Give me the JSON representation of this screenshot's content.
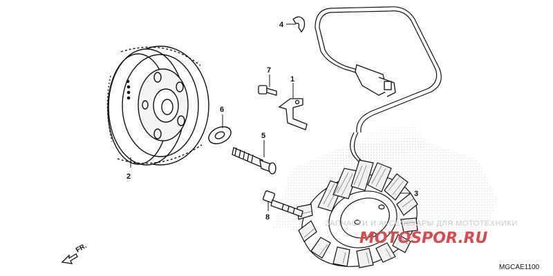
{
  "diagram": {
    "callouts": {
      "c1": "1",
      "c2": "2",
      "c3": "3",
      "c4": "4",
      "c5": "5",
      "c6": "6",
      "c7": "7",
      "c8": "8"
    },
    "direction_label": "FR.",
    "diagram_code": "MGCAE1100"
  },
  "watermark": {
    "text": "ЗАПЧАСТИ И АКСЕССУАРЫ ДЛЯ МОТОТЕХНИКИ",
    "logo": "MOTOSPOR.RU",
    "color": "#e04848"
  }
}
